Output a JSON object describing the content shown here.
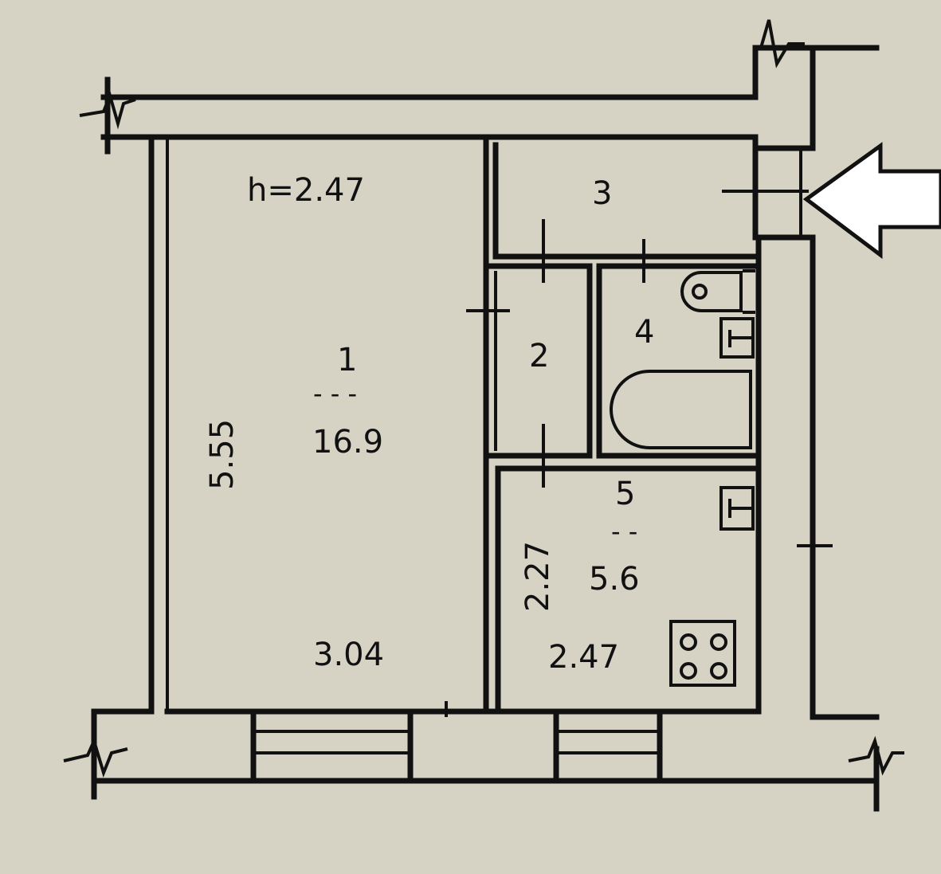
{
  "ceiling_height": "h=2.47",
  "rooms": [
    {
      "number": "1",
      "fraction_bar": "- - -",
      "area": "16.9"
    },
    {
      "number": "2"
    },
    {
      "number": "3"
    },
    {
      "number": "4"
    },
    {
      "number": "5",
      "fraction_bar": "- -",
      "area": "5.6"
    }
  ],
  "dimensions": {
    "room1_length": "5.55",
    "room1_width": "3.04",
    "kitchen_length": "2.27",
    "kitchen_width": "2.47"
  },
  "fixtures": [
    "toilet",
    "sink",
    "bathtub",
    "kitchen-sink",
    "stove"
  ],
  "entrance": "entrance-arrow"
}
